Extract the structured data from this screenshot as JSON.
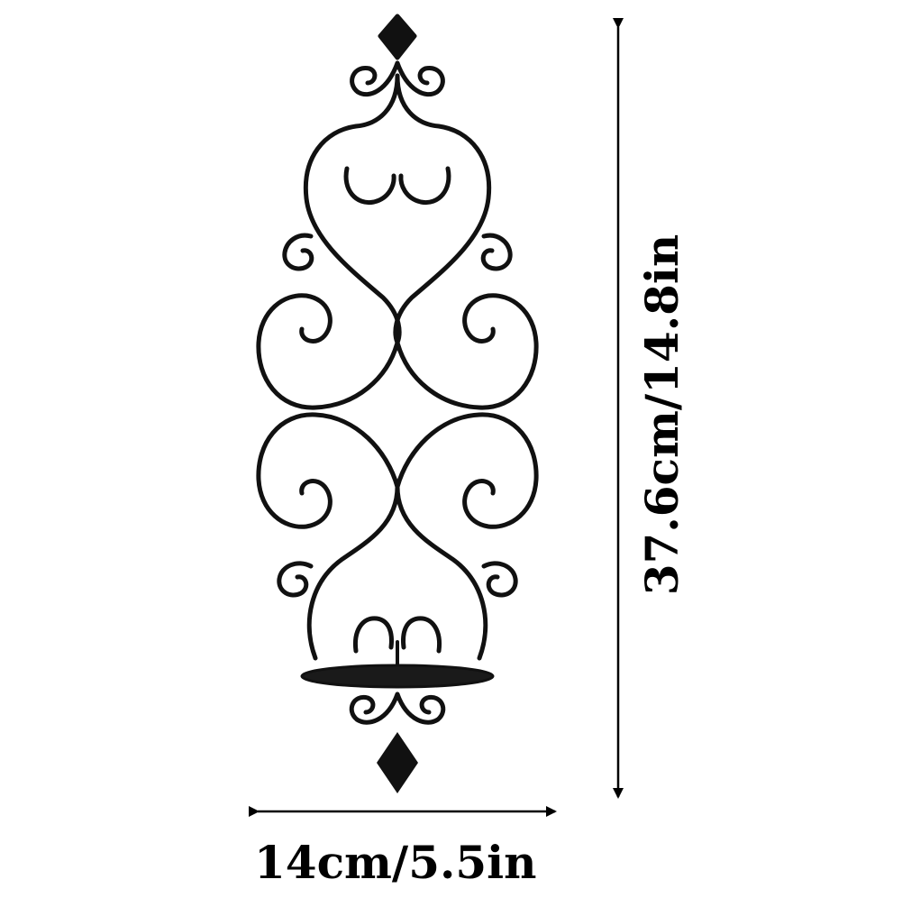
{
  "product": {
    "name": "wrought-iron-candle-wall-sconce",
    "metal_color": "#111111"
  },
  "dimensions": {
    "width_label": "14cm/5.5in",
    "height_label": "37.6cm/14.8in",
    "arrow_color": "#000000"
  }
}
